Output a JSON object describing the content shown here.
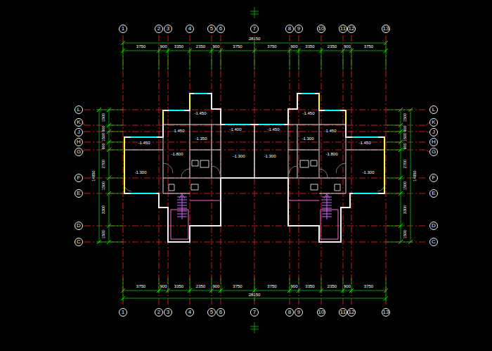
{
  "diagram": {
    "nodes": [
      {
        "text": [
          "1"
        ]
      },
      {
        "text": [
          "2"
        ]
      },
      {
        "text": [
          "3"
        ]
      },
      {
        "text": [
          "4"
        ]
      },
      {
        "text": [
          "5"
        ]
      },
      {
        "text": [
          "6"
        ]
      },
      {
        "text": [
          "7"
        ]
      },
      {
        "text": [
          "8"
        ]
      },
      {
        "text": [
          "9"
        ]
      },
      {
        "text": [
          "10"
        ]
      },
      {
        "text": [
          "11"
        ]
      },
      {
        "text": [
          "12"
        ]
      },
      {
        "text": [
          "13"
        ]
      },
      {
        "text": [
          "1"
        ]
      },
      {
        "text": [
          "2"
        ]
      },
      {
        "text": [
          "3"
        ]
      },
      {
        "text": [
          "4"
        ]
      },
      {
        "text": [
          "5"
        ]
      },
      {
        "text": [
          "6"
        ]
      },
      {
        "text": [
          "7"
        ]
      },
      {
        "text": [
          "8"
        ]
      },
      {
        "text": [
          "9"
        ]
      },
      {
        "text": [
          "10"
        ]
      },
      {
        "text": [
          "11"
        ]
      },
      {
        "text": [
          "12"
        ]
      },
      {
        "text": [
          "13"
        ]
      },
      {
        "text": [
          "L"
        ]
      },
      {
        "text": [
          "K"
        ]
      },
      {
        "text": [
          "J"
        ]
      },
      {
        "text": [
          "H"
        ]
      },
      {
        "text": [
          "G"
        ]
      },
      {
        "text": [
          "F"
        ]
      },
      {
        "text": [
          "E"
        ]
      },
      {
        "text": [
          "D"
        ]
      },
      {
        "text": [
          "C"
        ]
      },
      {
        "text": [
          "L"
        ]
      },
      {
        "text": [
          "K"
        ]
      },
      {
        "text": [
          "J"
        ]
      },
      {
        "text": [
          "H"
        ]
      },
      {
        "text": [
          "G"
        ]
      },
      {
        "text": [
          "F"
        ]
      },
      {
        "text": [
          "E"
        ]
      },
      {
        "text": [
          "D"
        ]
      },
      {
        "text": [
          "C"
        ]
      }
    ],
    "labels": [
      "3750",
      "900",
      "3350",
      "2350",
      "900",
      "3750",
      "3750",
      "900",
      "3350",
      "2350",
      "900",
      "3750",
      "28150",
      "3750",
      "900",
      "3350",
      "2350",
      "900",
      "3750",
      "3750",
      "900",
      "3350",
      "2350",
      "900",
      "3750",
      "28150",
      "1500",
      "900",
      "1500",
      "900",
      "2700",
      "1500",
      "3300",
      "1500",
      "14850",
      "1500",
      "900",
      "1500",
      "900",
      "2700",
      "1500",
      "3300",
      "1500",
      "14850",
      "-1.450",
      "-1.450",
      "-1.450",
      "-1.450",
      "-1.400",
      "-1.450",
      "-1.350",
      "-1.300",
      "-1.450",
      "-1.450",
      "-1.800",
      "-1.300",
      "-1.300",
      "-1.800",
      "-1.300",
      "-1.300"
    ]
  }
}
